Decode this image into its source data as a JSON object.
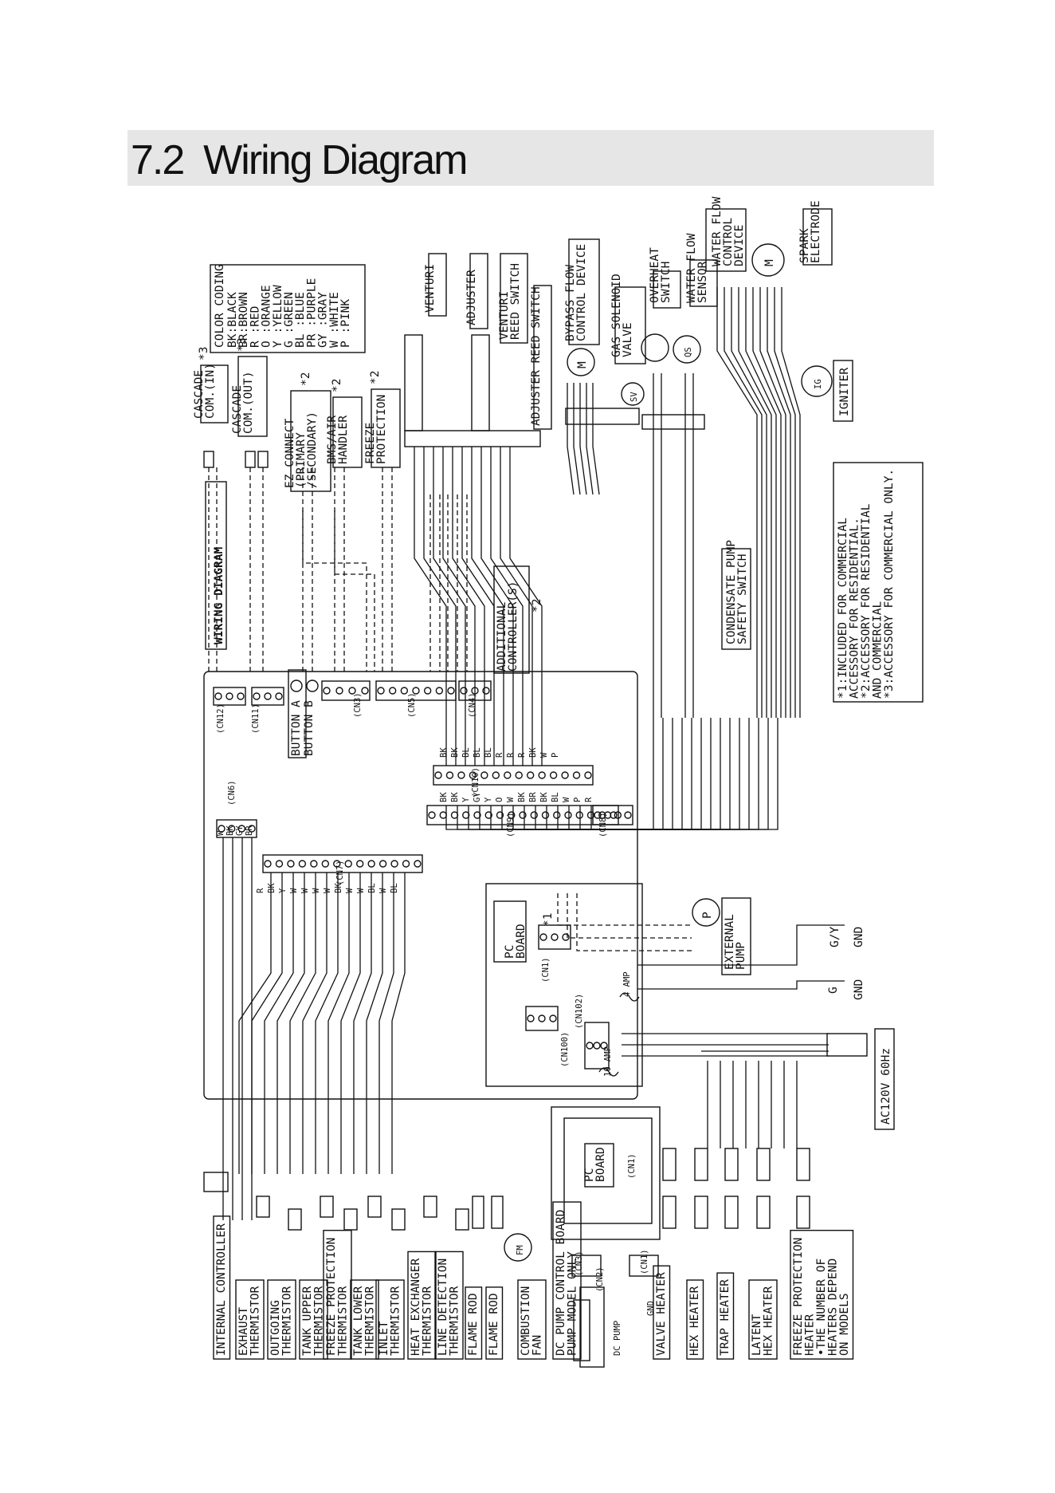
{
  "page": {
    "section_heading": "7.2  Wiring Diagram"
  },
  "diagram": {
    "title": "WIRING DIAGRAM",
    "color_coding": {
      "title": "COLOR CODING",
      "entries": [
        "BK:BLACK",
        "BR:BROWN",
        "R  :RED",
        "O  :ORANGE",
        "Y  :YELLOW",
        "G  :GREEN",
        "BL :BLUE",
        "PR :PURPLE",
        "GY :GRAY",
        "W  :WHITE",
        "P  :PINK"
      ]
    },
    "top_components": [
      {
        "lines": [
          "CASCADE",
          "COM.(IN)"
        ],
        "note": "*3"
      },
      {
        "lines": [
          "CASCADE",
          "COM.(OUT)"
        ],
        "note": "*3"
      },
      {
        "lines": [
          "EZ CONNECT",
          "(PRIMARY",
          "/SECONDARY)"
        ],
        "note": "*2"
      },
      {
        "lines": [
          "BMS/AIR",
          "HANDLER"
        ],
        "note": "*2"
      },
      {
        "lines": [
          "FREEZE",
          "PROTECTION"
        ],
        "note": "*2"
      }
    ],
    "valve_components": [
      {
        "lines": [
          "VENTURI"
        ]
      },
      {
        "lines": [
          "ADJUSTER"
        ]
      },
      {
        "lines": [
          "VENTURI",
          "REED SWITCH"
        ]
      },
      {
        "lines": [
          "ADJUSTER REED SWITCH"
        ]
      }
    ],
    "right_components": [
      {
        "lines": [
          "BYPASS FLOW",
          "CONTROL DEVICE"
        ]
      },
      {
        "lines": [
          "GAS SOLENOID",
          "VALVE"
        ]
      },
      {
        "lines": [
          "OVERHEAT",
          "SWITCH"
        ]
      },
      {
        "lines": [
          "WATER FLOW",
          "SENSOR"
        ]
      },
      {
        "lines": [
          "WATER FLOW",
          "CONTROL",
          "DEVICE"
        ]
      },
      {
        "lines": [
          "SPARK",
          "ELECTRODE"
        ]
      }
    ],
    "igniter_label": "IGNITER",
    "symbols": {
      "motor": "M",
      "igniter": "IG",
      "flow_sensor": "QS",
      "solenoid": "SV",
      "pump": "P",
      "fan": "FM"
    },
    "additional_controller": {
      "lines": [
        "ADDITIONAL",
        "CONTROLLER(S)"
      ],
      "note": "*2"
    },
    "condensate_pump": {
      "lines": [
        "CONDENSATE PUMP",
        "SAFETY SWITCH"
      ]
    },
    "footnotes": [
      "*1:INCLUDED FOR COMMERCIAL",
      "  ACCESSORY FOR RESIDENTIAL.",
      "*2:ACCESSORY FOR RESIDENTIAL",
      "  AND COMMERCIAL",
      "*3:ACCESSORY FOR COMMERCIAL ONLY."
    ],
    "main_board": {
      "button_a": "BUTTON A",
      "button_b": "BUTTON B",
      "pc_board": [
        "PC",
        "BOARD"
      ],
      "connectors": [
        "(CN12)",
        "(CN11)",
        "(CN3)",
        "(CN5)",
        "(CN4)",
        "(CN10)",
        "(CN9)",
        "(CN8)",
        "(CN6)",
        "(CN7)",
        "(CN1)",
        "(CN100)",
        "(CN102)"
      ],
      "fuse_4amp": "4 AMP",
      "fuse_10amp": "10 AMP",
      "star1": "*1"
    },
    "external_pump": [
      "EXTERNAL",
      "PUMP"
    ],
    "power": {
      "supply": "AC120V 60Hz",
      "gy_label": "G/Y",
      "g_label": "G",
      "gnd": "GND"
    },
    "left_components": [
      {
        "lines": [
          "INTERNAL CONTROLLER"
        ]
      },
      {
        "lines": [
          "EXHAUST",
          "THERMISTOR"
        ]
      },
      {
        "lines": [
          "OUTGOING",
          "THERMISTOR"
        ]
      },
      {
        "lines": [
          "TANK UPPER",
          "THERMISTOR"
        ]
      },
      {
        "lines": [
          "FREEZE PROTECTION",
          "THERMISTOR"
        ]
      },
      {
        "lines": [
          "TANK LOWER",
          "THERMISTOR"
        ]
      },
      {
        "lines": [
          "INLET",
          "THERMISTOR"
        ]
      },
      {
        "lines": [
          "HEAT EXCHANGER",
          "THERMISTOR"
        ]
      },
      {
        "lines": [
          "LINE DETECTION",
          "THERMISTOR"
        ]
      },
      {
        "lines": [
          "FLAME ROD"
        ]
      },
      {
        "lines": [
          "FLAME ROD"
        ]
      },
      {
        "lines": [
          "COMBUSTION",
          "FAN"
        ]
      },
      {
        "lines": [
          "DC PUMP CONTROL BOARD",
          "PUMP MODEL ONLY"
        ]
      },
      {
        "lines": [
          "VALVE HEATER"
        ]
      },
      {
        "lines": [
          "HEX HEATER"
        ]
      },
      {
        "lines": [
          "TRAP HEATER"
        ]
      },
      {
        "lines": [
          "LATENT",
          "HEX HEATER"
        ]
      },
      {
        "lines": [
          "FREEZE PROTECTION",
          "HEATER",
          "•THE NUMBER OF",
          "HEATERS DEPEND",
          "ON MODELS"
        ]
      }
    ],
    "dc_pump_board": {
      "pc_board": [
        "PC",
        "BOARD"
      ],
      "cn1": "(CN1)",
      "cn2": "(CN2)",
      "cn3": "(CN3)",
      "dc_pump": "DC PUMP",
      "gnd": "GND"
    },
    "wire_colors": {
      "cn9": [
        "BK",
        "BK",
        "Y",
        "GY",
        "Y",
        "O",
        "W",
        "BK",
        "BR",
        "BK",
        "BL",
        "W",
        "P",
        "R"
      ],
      "cn10": [
        "BK",
        "BK",
        "BL",
        "BL",
        "BL",
        "R",
        "R",
        "R",
        "BK",
        "W",
        "P"
      ],
      "cn7": [
        "R",
        "BK",
        "Y",
        "W",
        "W",
        "W",
        "W",
        "BK",
        "W",
        "W",
        "BL",
        "W",
        "BL"
      ],
      "cn6": [
        "W",
        "BK",
        "GY",
        "BR"
      ]
    }
  }
}
